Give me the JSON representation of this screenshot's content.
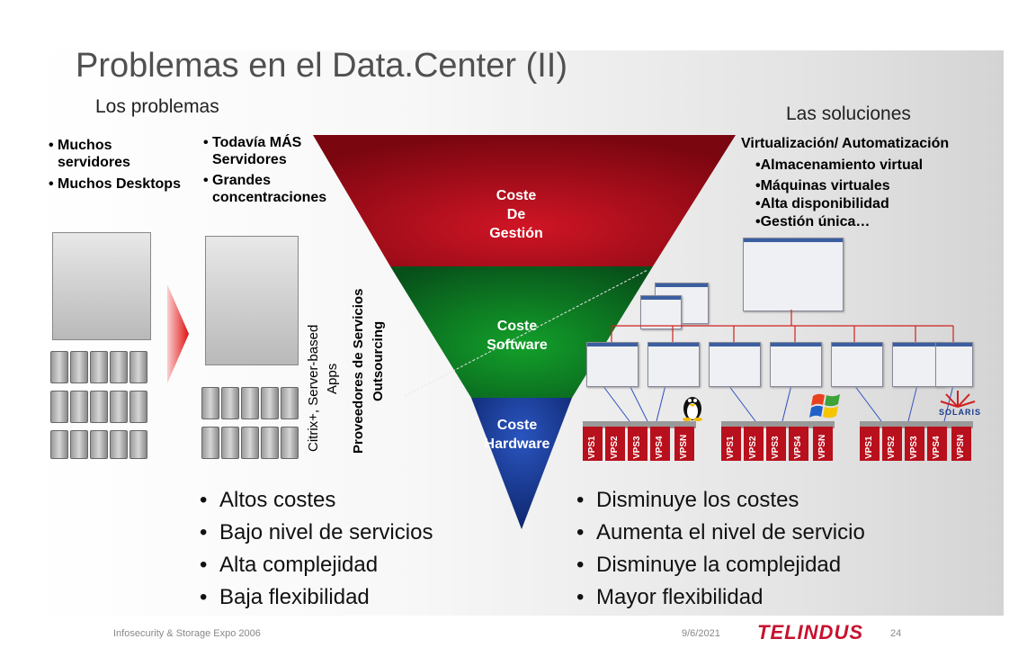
{
  "slide": {
    "title": "Problemas en el Data.Center (II)",
    "left_heading": "Los problemas",
    "right_heading": "Las soluciones",
    "problem_col1": [
      "• Muchos",
      "  servidores",
      "• Muchos  Desktops"
    ],
    "problem_col2": [
      "• Todavía MÁS",
      "  Servidores",
      "• Grandes",
      "  concentraciones"
    ],
    "vertical_label_1": "Citrix+, Server-based",
    "vertical_label_2": "Apps",
    "vertical_label_3": "Proveedores de Servicios",
    "vertical_label_4": "Outsourcing",
    "solutions_title": "Virtualización/ Automatización",
    "solutions_items": [
      "•Almacenamiento virtual",
      "•Máquinas virtuales",
      "•Alta disponibilidad",
      "•Gestión única…"
    ],
    "triangle": {
      "top_label": [
        "Coste",
        "De",
        "Gestión"
      ],
      "mid_label": [
        "Coste",
        "Software"
      ],
      "bottom_label": [
        "Coste",
        "Hardware"
      ],
      "colors": {
        "red": "#b80f1f",
        "green": "#0f7a20",
        "blue": "#1a3a8c"
      }
    },
    "vps_labels": [
      "VPS1",
      "VPS2",
      "VPS3",
      "VPS4",
      "VPSN"
    ],
    "os_logos": {
      "linux": "Linux penguin",
      "windows": "Windows flag",
      "solaris": "SOLARIS"
    },
    "bottom_left_bullets": [
      "Altos costes",
      "Bajo nivel de servicios",
      "Alta complejidad",
      "Baja flexibilidad"
    ],
    "bottom_right_bullets": [
      "Disminuye los costes",
      "Aumenta el nivel de servicio",
      "Disminuye la complejidad",
      "Mayor flexibilidad"
    ]
  },
  "footer": {
    "event": "Infosecurity & Storage Expo 2006",
    "date": "9/6/2021",
    "brand": "TELINDUS",
    "page": "24"
  }
}
